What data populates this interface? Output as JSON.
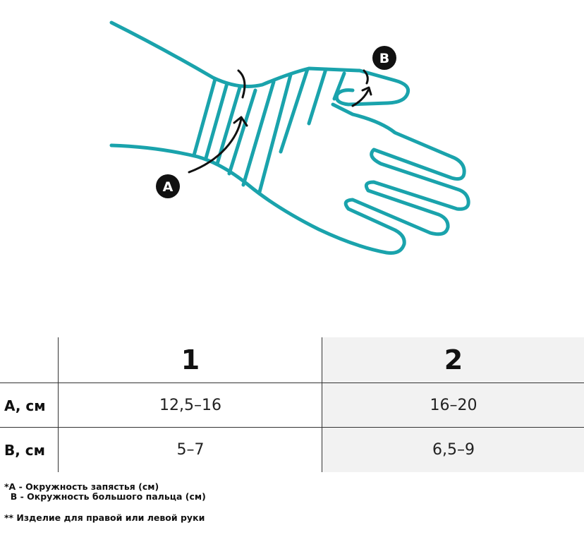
{
  "illustration": {
    "marker_a": "A",
    "marker_b": "B",
    "colors": {
      "outline": "#1aa3ac",
      "arrows": "#111111",
      "markers": "#111111"
    }
  },
  "table": {
    "columns": [
      "1",
      "2"
    ],
    "rows": [
      {
        "label": "A, см",
        "values": [
          "12,5–16",
          "16–20"
        ]
      },
      {
        "label": "B, см",
        "values": [
          "5–7",
          "6,5–9"
        ]
      }
    ]
  },
  "notes": {
    "line1": "*A - Окружность запястья (см)",
    "line2": "  B - Окружность большого пальца (см)",
    "line3": "** Изделие для правой или левой руки"
  }
}
